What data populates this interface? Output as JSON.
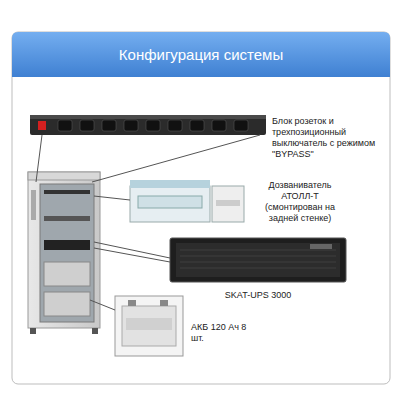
{
  "diagram": {
    "title": "Конфигурация системы",
    "nodes": [
      {
        "text": [
          "Блок розеток и трехпозиционный выключатель с режимом \"BYPASS\""
        ]
      },
      {
        "text": [
          "Дозваниватель АТОЛЛ-Т (смонтирован на задней стенке)"
        ]
      },
      {
        "text": [
          "SKAT-UPS 3000"
        ]
      },
      {
        "text": [
          "АКБ 120 Ач 8 шт."
        ]
      }
    ]
  }
}
